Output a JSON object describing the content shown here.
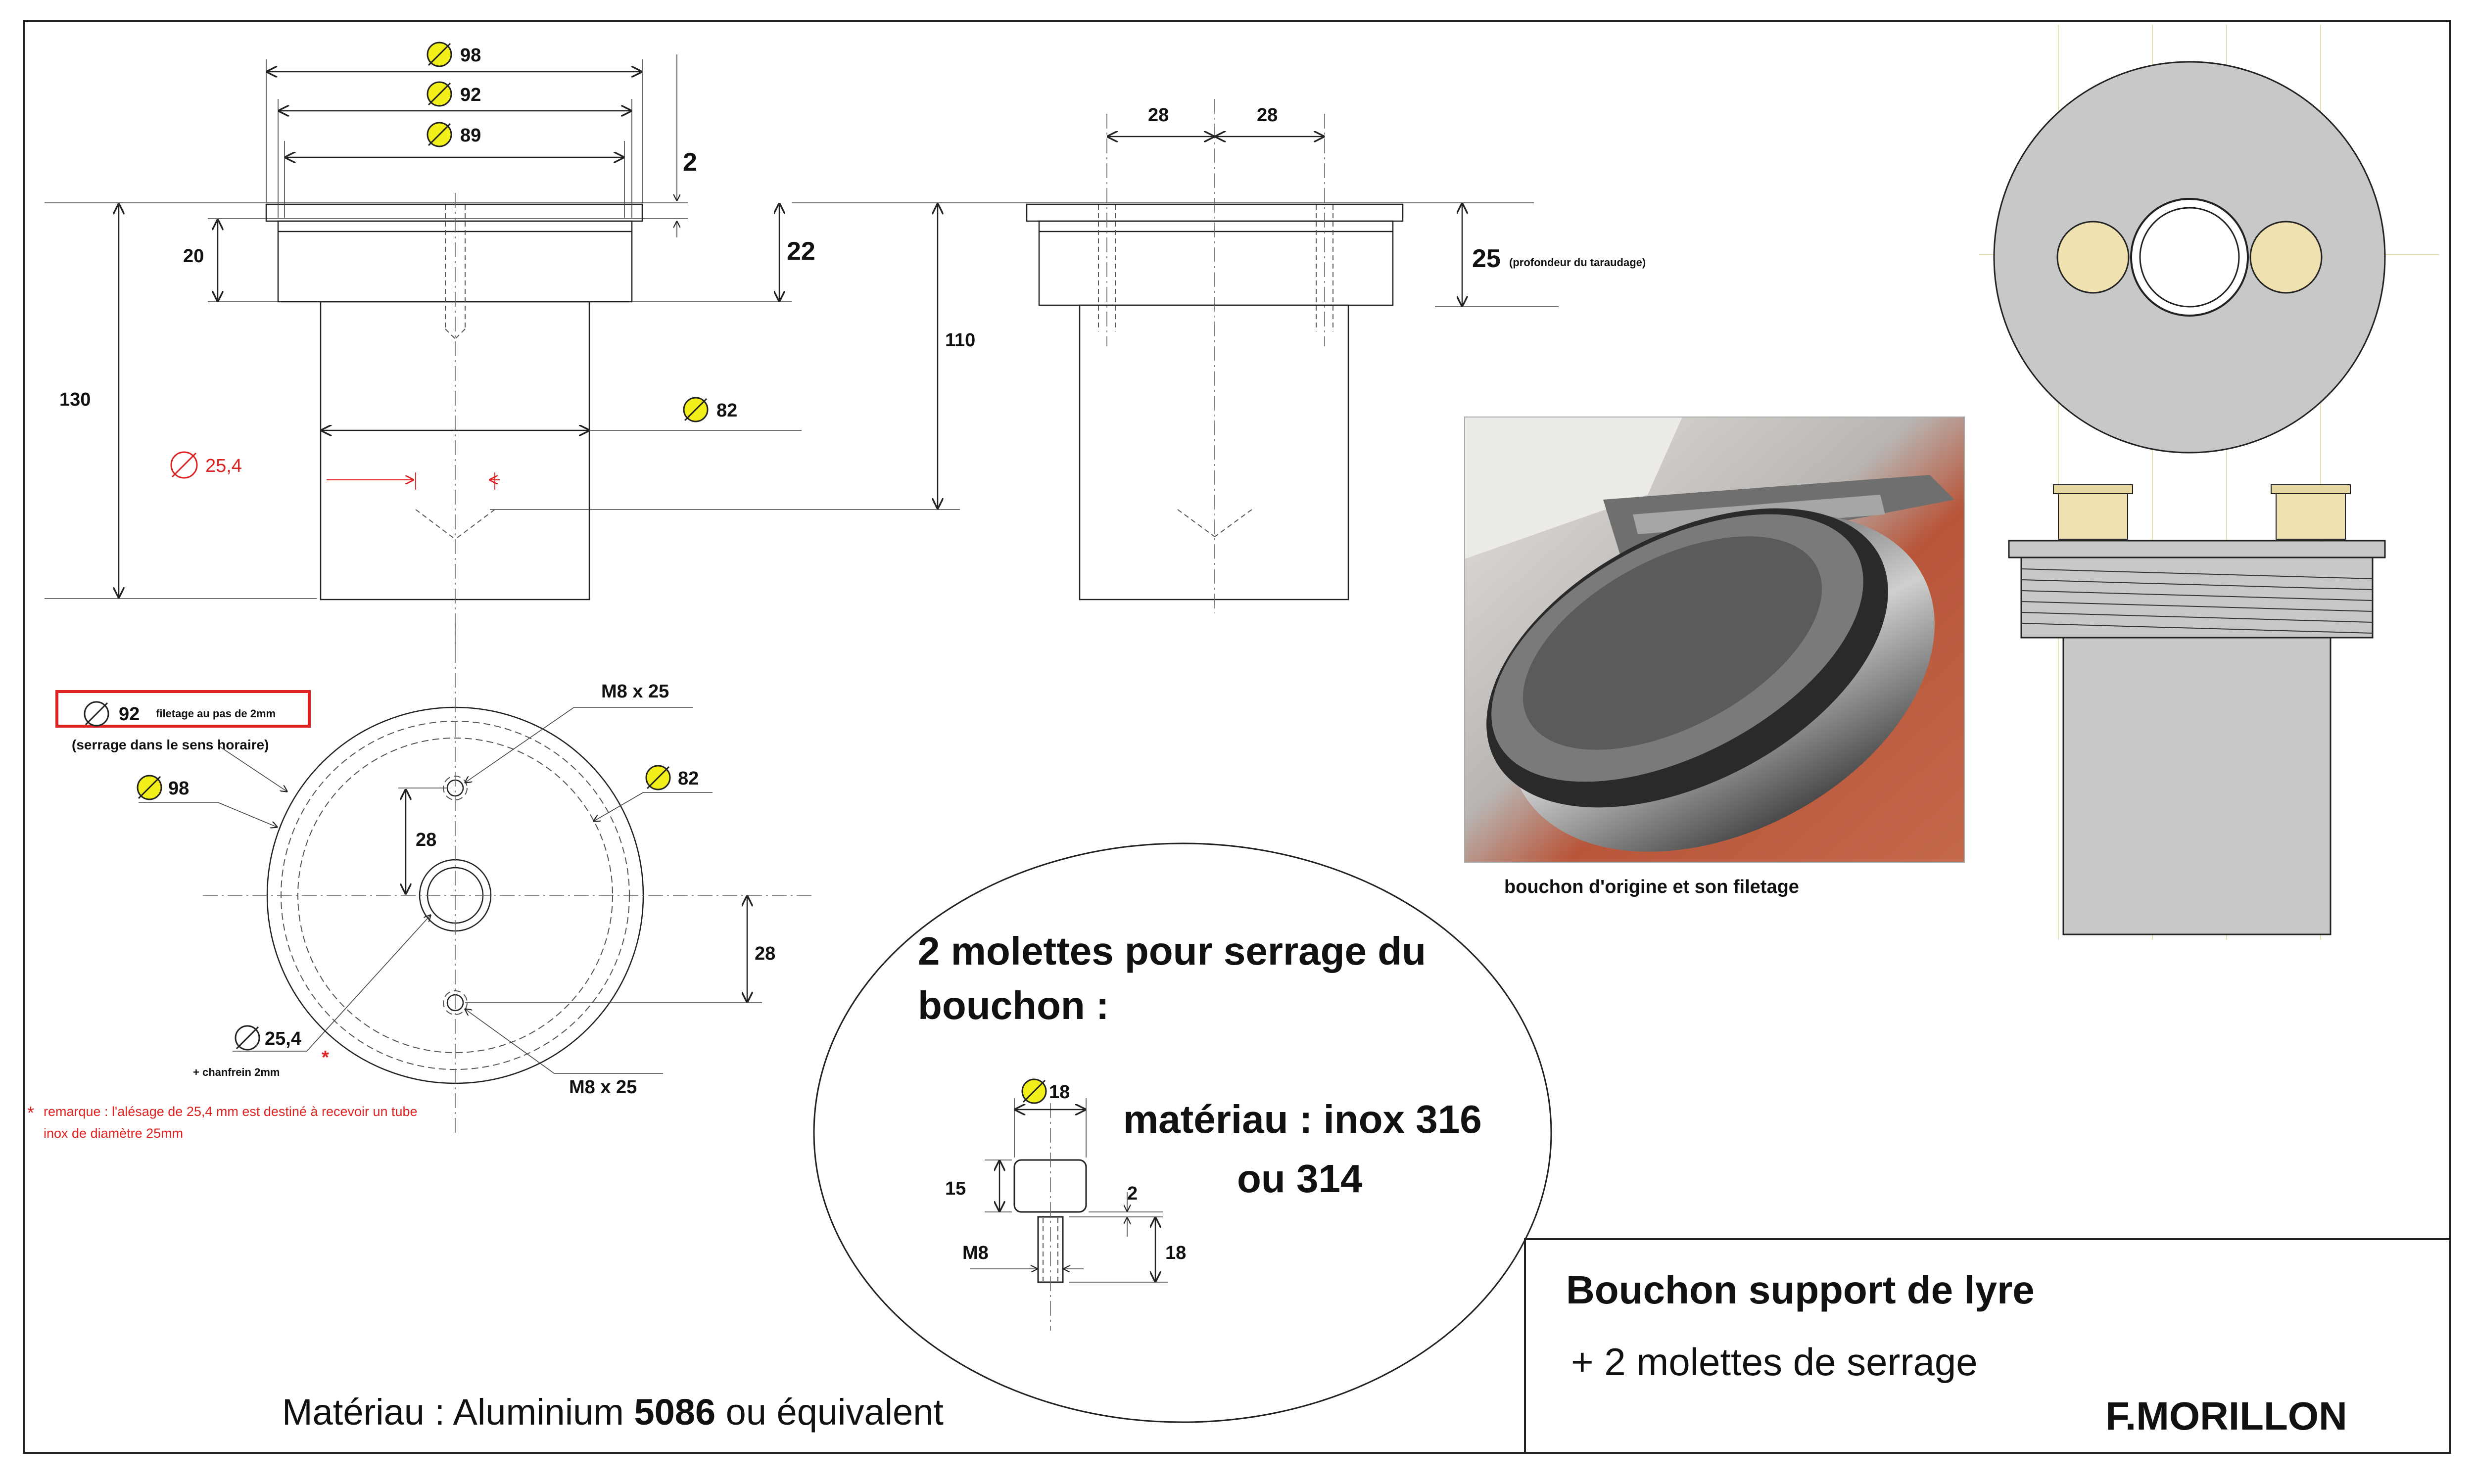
{
  "front_view": {
    "dia_98": "98",
    "dia_92": "92",
    "dia_89": "89",
    "dim_2": "2",
    "dim_20": "20",
    "dim_22": "22",
    "dim_130": "130",
    "dim_110": "110",
    "dia_82": "82",
    "dia_25_4": "25,4"
  },
  "side_view": {
    "dim_28_left": "28",
    "dim_28_right": "28",
    "dim_25": "25",
    "tapping_note": "(profondeur du taraudage)"
  },
  "top_view": {
    "thread_dia": "92",
    "thread_note": "filetage au pas de 2mm",
    "tightening_note": "(serrage dans le sens horaire)",
    "dia_98": "98",
    "dia_82": "82",
    "m8_top": "M8 x 25",
    "m8_bottom": "M8 x 25",
    "dim_28_vertical": "28",
    "dim_28_side": "28",
    "bore_dia": "25,4",
    "chamfer": "+ chanfrein 2mm",
    "asterisk": "*",
    "remark_line1": "remarque : l'alésage de 25,4 mm est destiné à recevoir un tube",
    "remark_line2": "inox de diamètre 25mm"
  },
  "knob": {
    "title_line1": "2 molettes pour serrage du",
    "title_line2": "bouchon :",
    "dia_18": "18",
    "dim_15": "15",
    "dim_2": "2",
    "dim_18": "18",
    "thread": "M8",
    "material_line1": "matériau : inox 316",
    "material_line2": "ou 314"
  },
  "photo": {
    "caption": "bouchon d'origine et son filetage"
  },
  "material_note": {
    "prefix": "Matériau : Aluminium ",
    "grade": "5086",
    "suffix": " ou équivalent"
  },
  "title_block": {
    "title": "Bouchon support de lyre",
    "subtitle": "+ 2 molettes de serrage",
    "author": "F.MORILLON"
  },
  "colors": {
    "diameter_symbol_fill": "#f2ef1a",
    "red_annotation": "#d22222",
    "render_gray": "#c8c8c8",
    "brass": "#f0e2b0"
  }
}
